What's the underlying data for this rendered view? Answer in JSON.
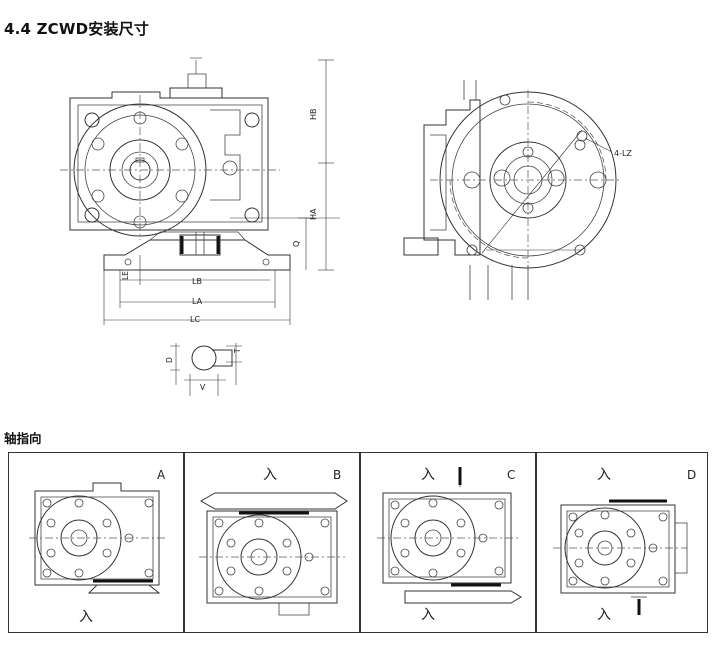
{
  "title": "4.4 ZCWD安装尺寸",
  "install_drawing": {
    "dimension_labels": {
      "hb": "HB",
      "ha": "HA",
      "q": "Q",
      "le": "LE",
      "lb": "LB",
      "la": "LA",
      "lc": "LC",
      "d": "D",
      "t": "T",
      "v": "V",
      "lz": "4-LZ"
    }
  },
  "axis_direction": {
    "heading": "轴指向",
    "inlet_label": "入",
    "panels": [
      {
        "letter": "A"
      },
      {
        "letter": "B"
      },
      {
        "letter": "C"
      },
      {
        "letter": "D"
      }
    ]
  }
}
